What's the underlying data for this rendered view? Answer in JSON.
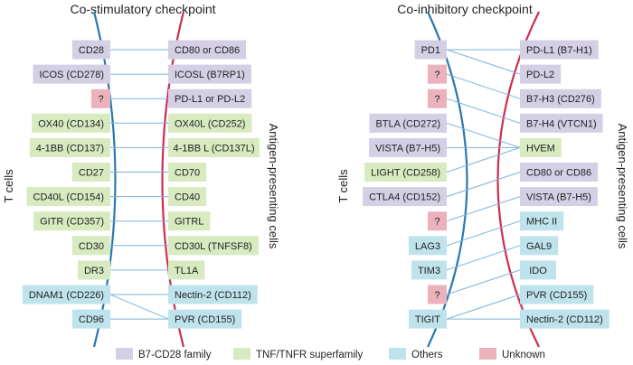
{
  "colors": {
    "b7": "#d4cfe4",
    "tnf": "#d7eac0",
    "others": "#bfe3ed",
    "unknown": "#ebb2bb",
    "t_cell_arc": "#2a78b0",
    "apc_arc": "#cc2f4f",
    "link": "#7fb3d8"
  },
  "panels": [
    {
      "title": "Co-stimulatory checkpoint",
      "left_side_label": "T cells",
      "right_side_label": "Antigen-presenting cells",
      "t_cells": [
        {
          "label": "CD28",
          "family": "b7"
        },
        {
          "label": "ICOS (CD278)",
          "family": "b7"
        },
        {
          "label": "?",
          "family": "unknown"
        },
        {
          "label": "OX40 (CD134)",
          "family": "tnf"
        },
        {
          "label": "4-1BB (CD137)",
          "family": "tnf"
        },
        {
          "label": "CD27",
          "family": "tnf"
        },
        {
          "label": "CD40L (CD154)",
          "family": "tnf"
        },
        {
          "label": "GITR (CD357)",
          "family": "tnf"
        },
        {
          "label": "CD30",
          "family": "tnf"
        },
        {
          "label": "DR3",
          "family": "tnf"
        },
        {
          "label": "DNAM1 (CD226)",
          "family": "others"
        },
        {
          "label": "CD96",
          "family": "others"
        }
      ],
      "apc": [
        {
          "label": "CD80 or CD86",
          "family": "b7"
        },
        {
          "label": "ICOSL (B7RP1)",
          "family": "b7"
        },
        {
          "label": "PD-L1 or PD-L2",
          "family": "b7"
        },
        {
          "label": "OX40L (CD252)",
          "family": "tnf"
        },
        {
          "label": "4-1BB L (CD137L)",
          "family": "tnf"
        },
        {
          "label": "CD70",
          "family": "tnf"
        },
        {
          "label": "CD40",
          "family": "tnf"
        },
        {
          "label": "GITRL",
          "family": "tnf"
        },
        {
          "label": "CD30L (TNFSF8)",
          "family": "tnf"
        },
        {
          "label": "TL1A",
          "family": "tnf"
        },
        {
          "label": "Nectin-2 (CD112)",
          "family": "others"
        },
        {
          "label": "PVR (CD155)",
          "family": "others"
        }
      ],
      "links": [
        [
          0,
          0
        ],
        [
          1,
          1
        ],
        [
          2,
          2
        ],
        [
          3,
          3
        ],
        [
          4,
          4
        ],
        [
          5,
          5
        ],
        [
          6,
          6
        ],
        [
          7,
          7
        ],
        [
          8,
          8
        ],
        [
          9,
          9
        ],
        [
          10,
          10
        ],
        [
          10,
          11
        ],
        [
          11,
          11
        ]
      ]
    },
    {
      "title": "Co-inhibitory checkpoint",
      "left_side_label": "T cells",
      "right_side_label": "Antigen-presenting cells",
      "t_cells": [
        {
          "label": "PD1",
          "family": "b7"
        },
        {
          "label": "?",
          "family": "unknown"
        },
        {
          "label": "?",
          "family": "unknown"
        },
        {
          "label": "BTLA (CD272)",
          "family": "b7"
        },
        {
          "label": "VISTA (B7-H5)",
          "family": "b7"
        },
        {
          "label": "LIGHT (CD258)",
          "family": "tnf"
        },
        {
          "label": "CTLA4 (CD152)",
          "family": "b7"
        },
        {
          "label": "?",
          "family": "unknown"
        },
        {
          "label": "LAG3",
          "family": "others"
        },
        {
          "label": "TIM3",
          "family": "others"
        },
        {
          "label": "?",
          "family": "unknown"
        },
        {
          "label": "TIGIT",
          "family": "others"
        }
      ],
      "apc": [
        {
          "label": "PD-L1 (B7-H1)",
          "family": "b7"
        },
        {
          "label": "PD-L2",
          "family": "b7"
        },
        {
          "label": "B7-H3 (CD276)",
          "family": "b7"
        },
        {
          "label": "B7-H4 (VTCN1)",
          "family": "b7"
        },
        {
          "label": "HVEM",
          "family": "tnf"
        },
        {
          "label": "CD80 or CD86",
          "family": "b7"
        },
        {
          "label": "VISTA (B7-H5)",
          "family": "b7"
        },
        {
          "label": "MHC II",
          "family": "others"
        },
        {
          "label": "GAL9",
          "family": "others"
        },
        {
          "label": "IDO",
          "family": "others"
        },
        {
          "label": "PVR (CD155)",
          "family": "others"
        },
        {
          "label": "Nectin-2 (CD112)",
          "family": "others"
        }
      ],
      "links": [
        [
          0,
          0
        ],
        [
          0,
          1
        ],
        [
          1,
          2
        ],
        [
          2,
          3
        ],
        [
          3,
          4
        ],
        [
          4,
          4
        ],
        [
          5,
          4
        ],
        [
          6,
          5
        ],
        [
          7,
          6
        ],
        [
          8,
          7
        ],
        [
          9,
          8
        ],
        [
          10,
          9
        ],
        [
          11,
          10
        ],
        [
          11,
          11
        ]
      ]
    }
  ],
  "legend": [
    {
      "label": "B7-CD28 family",
      "family": "b7"
    },
    {
      "label": "TNF/TNFR superfamily",
      "family": "tnf"
    },
    {
      "label": "Others",
      "family": "others"
    },
    {
      "label": "Unknown",
      "family": "unknown"
    }
  ]
}
